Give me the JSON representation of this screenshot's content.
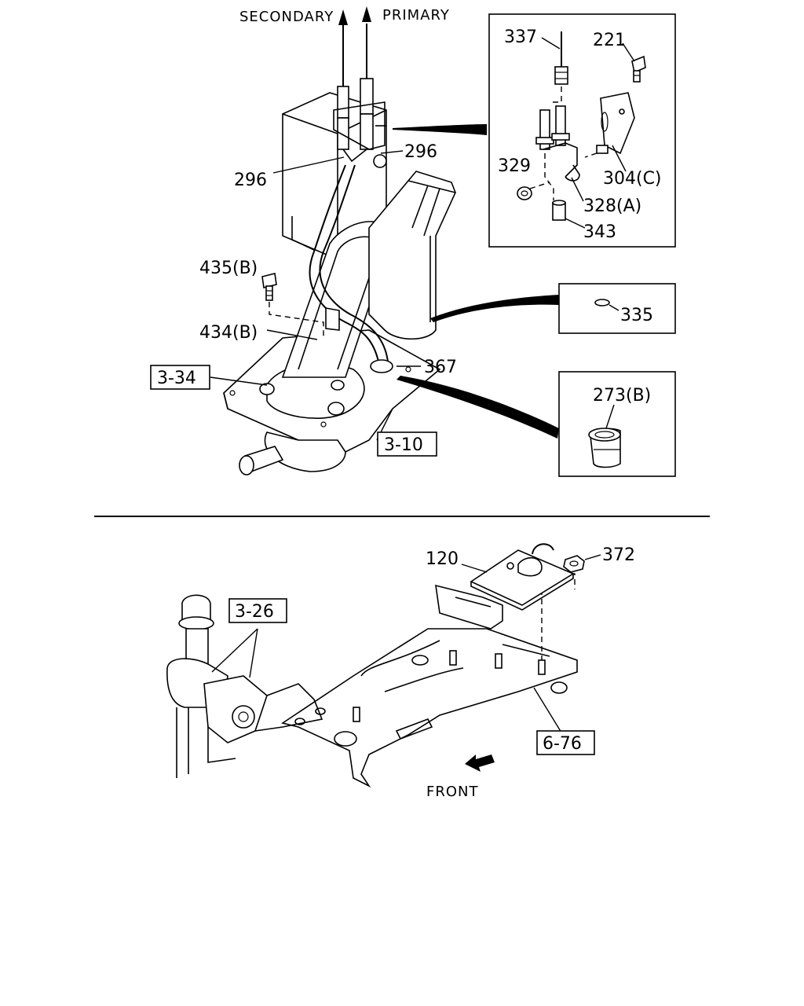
{
  "directions": {
    "secondary": "SECONDARY",
    "primary": "PRIMARY",
    "front": "FRONT"
  },
  "callouts": {
    "c337": "337",
    "c221": "221",
    "c296a": "296",
    "c296b": "296",
    "c329": "329",
    "c304c": "304(C)",
    "c328a": "328(A)",
    "c343": "343",
    "c435b": "435(B)",
    "c434b": "434(B)",
    "c335": "335",
    "c367": "367",
    "c273b": "273(B)",
    "c120": "120",
    "c372": "372"
  },
  "references": {
    "r334": "3-34",
    "r310": "3-10",
    "r326": "3-26",
    "r676": "6-76"
  }
}
